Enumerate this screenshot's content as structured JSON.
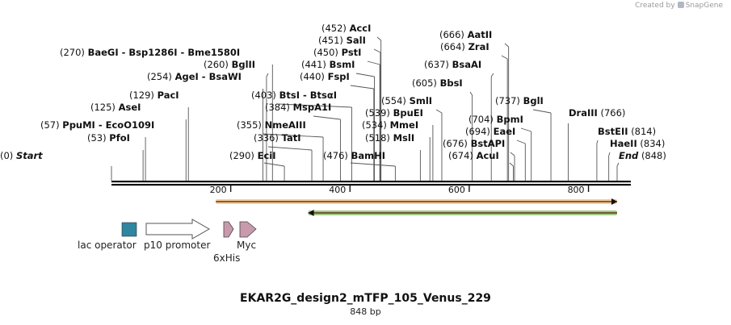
{
  "credit": {
    "prefix": "Created by",
    "brand": "SnapGene",
    "logo_icon": "snapgene-logo-icon"
  },
  "map": {
    "title": "EKAR2G_design2_mTFP_105_Venus_229",
    "length_label": "848 bp",
    "length": 848,
    "ticks": [
      {
        "value": 200,
        "label": "200"
      },
      {
        "value": 400,
        "label": "400"
      },
      {
        "value": 600,
        "label": "600"
      },
      {
        "value": 800,
        "label": "800"
      }
    ]
  },
  "sites": [
    {
      "pos": "(0)",
      "name": "Start",
      "style": "italic",
      "site": 0
    },
    {
      "pos": "(53)",
      "name": "PfoI",
      "site": 53
    },
    {
      "pos": "(57)",
      "name": "PpuMI  - EcoO109I",
      "site": 57
    },
    {
      "pos": "(125)",
      "name": "AseI",
      "site": 125
    },
    {
      "pos": "(129)",
      "name": "PacI",
      "site": 129
    },
    {
      "pos": "(254)",
      "name": "AgeI  - BsaWI",
      "site": 254
    },
    {
      "pos": "(260)",
      "name": "BglII",
      "site": 260
    },
    {
      "pos": "(270)",
      "name": "BaeGI  - Bsp1286I  - Bme1580I",
      "site": 270
    },
    {
      "pos": "(290)",
      "name": "EciI",
      "site": 290
    },
    {
      "pos": "(336)",
      "name": "TatI",
      "site": 336
    },
    {
      "pos": "(355)",
      "name": "NmeAIII",
      "site": 355
    },
    {
      "pos": "(384)",
      "name": "MspA1I",
      "site": 384
    },
    {
      "pos": "(403)",
      "name": "BtsI  - BtsαI",
      "site": 403
    },
    {
      "pos": "(440)",
      "name": "FspI",
      "site": 440
    },
    {
      "pos": "(441)",
      "name": "BsmI",
      "site": 441
    },
    {
      "pos": "(450)",
      "name": "PstI",
      "site": 450
    },
    {
      "pos": "(451)",
      "name": "SalI",
      "site": 451
    },
    {
      "pos": "(452)",
      "name": "AccI",
      "site": 452
    },
    {
      "pos": "(476)",
      "name": "BamHI",
      "site": 476
    },
    {
      "pos": "(518)",
      "name": "MslI",
      "site": 518
    },
    {
      "pos": "(534)",
      "name": "MmeI",
      "site": 534
    },
    {
      "pos": "(539)",
      "name": "BpuEI",
      "site": 539
    },
    {
      "pos": "(554)",
      "name": "SmlI",
      "site": 554
    },
    {
      "pos": "(605)",
      "name": "BbsI",
      "site": 605
    },
    {
      "pos": "(637)",
      "name": "BsaAI",
      "site": 637
    },
    {
      "pos": "(664)",
      "name": "ZraI",
      "site": 664
    },
    {
      "pos": "(666)",
      "name": "AatII",
      "site": 666
    },
    {
      "pos": "(674)",
      "name": "AcuI",
      "site": 674
    },
    {
      "pos": "(676)",
      "name": "BstAPI",
      "site": 676
    },
    {
      "pos": "(694)",
      "name": "EaeI",
      "site": 694
    },
    {
      "pos": "(704)",
      "name": "BpmI",
      "site": 704
    },
    {
      "pos": "(737)",
      "name": "BglI",
      "site": 737
    },
    {
      "pos": "(766)",
      "name": "DraIII",
      "site": 766
    },
    {
      "pos": "(814)",
      "name": "BstEII",
      "site": 814
    },
    {
      "pos": "(834)",
      "name": "HaeII",
      "site": 834
    },
    {
      "pos": "(848)",
      "name": "End",
      "style": "italic",
      "site": 848
    }
  ],
  "features": [
    {
      "name": "lac operator",
      "type": "box",
      "color": "#2e86a0"
    },
    {
      "name": "p10 promoter",
      "type": "arrow",
      "color": "#ffffff"
    },
    {
      "name": "6xHis",
      "type": "arrow",
      "color": "#c99aac"
    },
    {
      "name": "Myc",
      "type": "arrow",
      "color": "#c99aac"
    }
  ],
  "orfs": [
    {
      "name": "orf-forward",
      "direction": "forward",
      "color": "#f2a24a",
      "start": 175,
      "end": 848
    },
    {
      "name": "orf-reverse",
      "direction": "reverse",
      "color": "#5a9a2a",
      "start": 330,
      "end": 848
    }
  ]
}
